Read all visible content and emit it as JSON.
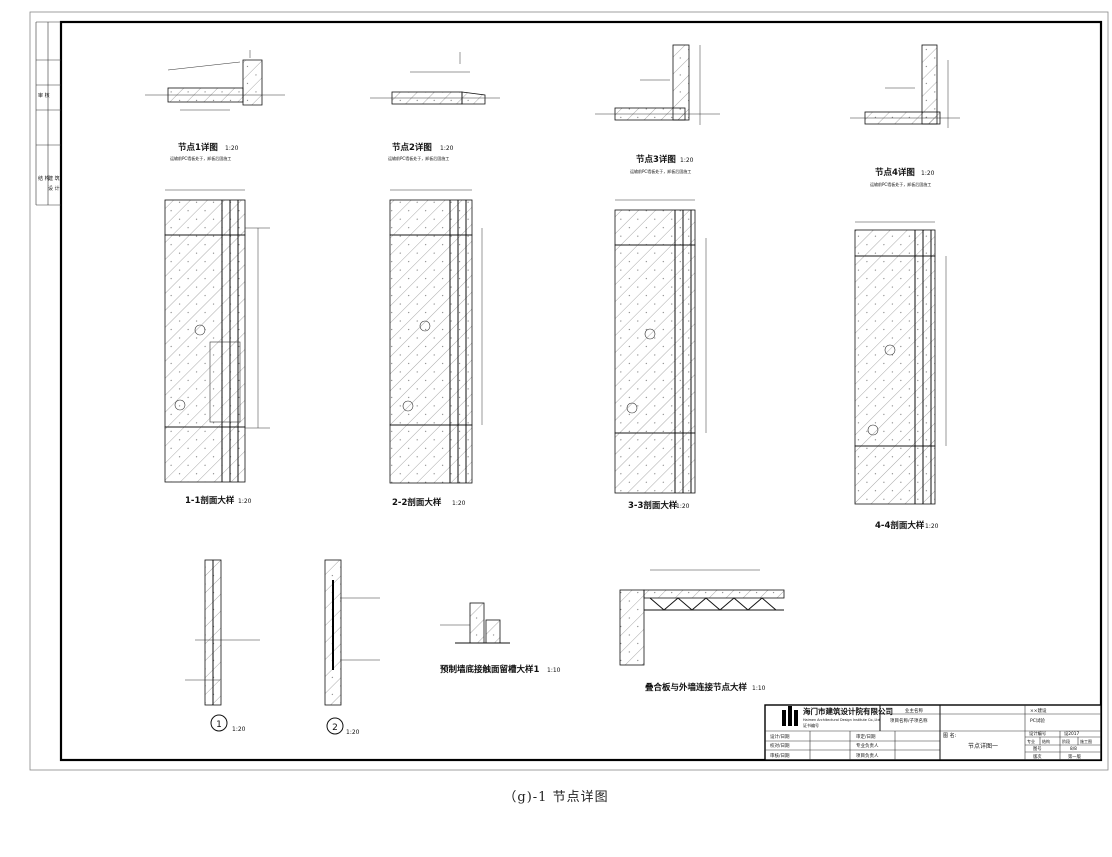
{
  "sheet": {
    "left_strip": [
      "审 核",
      "结 构",
      "建 筑",
      "设 计"
    ],
    "caption": "（g)-1 节点详图"
  },
  "details_top": [
    {
      "id": "node1",
      "title": "节点1详图",
      "scale": "1:20",
      "note": "运输前PC墙板处于，卸板后固施工"
    },
    {
      "id": "node2",
      "title": "节点2详图",
      "scale": "1:20",
      "note": "运输前PC墙板处于，卸板后固施工"
    },
    {
      "id": "node3",
      "title": "节点3详图",
      "scale": "1:20",
      "note": "运输前PC墙板处于，卸板后固施工"
    },
    {
      "id": "node4",
      "title": "节点4详图",
      "scale": "1:20",
      "note": "运输前PC墙板处于，卸板后固施工"
    }
  ],
  "details_mid": [
    {
      "id": "sec1",
      "title": "1-1剖面大样",
      "scale": "1:20"
    },
    {
      "id": "sec2",
      "title": "2-2剖面大样",
      "scale": "1:20"
    },
    {
      "id": "sec3",
      "title": "3-3剖面大样",
      "scale": "1:20"
    },
    {
      "id": "sec4",
      "title": "4-4剖面大样",
      "scale": "1:20"
    }
  ],
  "details_bottom": [
    {
      "id": "d1",
      "mark": "1",
      "scale": "1:20"
    },
    {
      "id": "d2",
      "mark": "2",
      "scale": "1:20"
    },
    {
      "id": "d3",
      "title": "预制墙底接触面留槽大样1",
      "scale": "1:10"
    },
    {
      "id": "d4",
      "title": "叠合板与外墙连接节点大样",
      "scale": "1:10"
    }
  ],
  "title_block": {
    "company": "海门市建筑设计院有限公司",
    "company_en": "Haimen Architectural Design Institute Co.,Ltd",
    "cert": "证书编号",
    "owner_label": "业主名称",
    "owner_value": "××建设",
    "project_label": "项目名称/子项名称",
    "project_value": "PC试验",
    "drawing_label": "图 名:",
    "drawing_value": "节点详图一",
    "rows_left": [
      "设计/日期",
      "校对/日期",
      "审核/日期"
    ],
    "rows_mid": [
      "审定/日期",
      "专业负责人",
      "项目负责人"
    ],
    "right": {
      "r1": [
        "设计编号",
        "设2017"
      ],
      "r2": [
        "专业",
        "结构",
        "阶段",
        "施工图"
      ],
      "r3": [
        "图号",
        "8/8"
      ],
      "r4": [
        "版次",
        "第一版"
      ]
    }
  }
}
